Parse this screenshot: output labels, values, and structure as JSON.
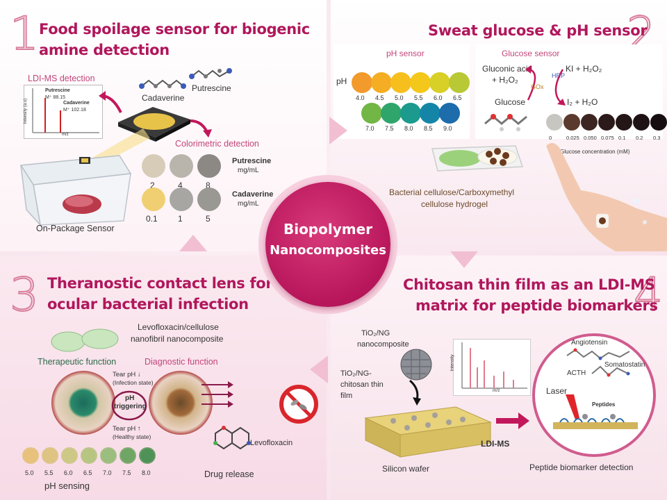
{
  "center": {
    "line1": "Biopolymer",
    "line2": "Nanocomposites"
  },
  "panel1": {
    "number": "1",
    "title_line1": "Food spoilage sensor for biogenic",
    "title_line2": "amine detection",
    "ldi_label": "LDI-MS detection",
    "spectrum_putrescine": "Putrescine",
    "spectrum_putrescine_mass": "M⁺ 88.15",
    "spectrum_cadaverine": "Cadaverine",
    "spectrum_cadaverine_mass": "M⁺ 102.18",
    "spectrum_ylabel": "Intensity (a.u)",
    "spectrum_xlabel": "m/z",
    "cadaverine": "Cadaverine",
    "putrescine": "Putrescine",
    "colorimetric": "Colorimetric detection",
    "putrescine_row": {
      "values": [
        "2",
        "4",
        "8"
      ],
      "name": "Putrescine",
      "unit": "mg/mL"
    },
    "cadaverine_row": {
      "values": [
        "0.1",
        "1",
        "5"
      ],
      "name": "Cadaverine",
      "unit": "mg/mL"
    },
    "on_package": "On-Package Sensor"
  },
  "panel2": {
    "number": "2",
    "title": "Sweat glucose & pH sensor",
    "ph_sensor": "pH sensor",
    "ph_label": "pH",
    "ph_row1": [
      "4.0",
      "4.5",
      "5.0",
      "5.5",
      "6.0",
      "6.5"
    ],
    "ph_row2": [
      "7.0",
      "7.5",
      "8.0",
      "8.5",
      "9.0"
    ],
    "ph_colors_row1": [
      "#f29a2c",
      "#f5ad23",
      "#f6bf1e",
      "#f3c81b",
      "#d8cf27",
      "#b9c835"
    ],
    "ph_colors_row2": [
      "#72b645",
      "#2fa56b",
      "#1b9a8d",
      "#1585a7",
      "#1d6cab"
    ],
    "glucose_sensor": "Glucose sensor",
    "gluconic": "Gluconic acid",
    "h2o2": "+ H₂O₂",
    "gox": "GOx",
    "hrp": "HRP",
    "glucose": "Glucose",
    "ki": "KI + H₂O₂",
    "i2": "I₂ + H₂O",
    "glucose_values": [
      "0",
      "0.025",
      "0.050",
      "0.075",
      "0.1",
      "0.2",
      "0.3"
    ],
    "glucose_colors": [
      "#c8c6c0",
      "#5a3a2c",
      "#3d2622",
      "#2c1a1a",
      "#241517",
      "#1e1214",
      "#160d10"
    ],
    "glucose_conc": "Glucose concentration (mM)",
    "hydrogel_line1": "Bacterial cellulose/Carboxymethyl",
    "hydrogel_line2": "cellulose hydrogel"
  },
  "panel3": {
    "number": "3",
    "title_line1": "Theranostic contact lens for",
    "title_line2": "ocular bacterial infection",
    "levo_composite_line1": "Levofloxacin/cellulose",
    "levo_composite_line2": "nanofibril nanocomposite",
    "therapeutic": "Therapeutic function",
    "diagnostic": "Diagnostic function",
    "tear_ph_down": "Tear pH ↓",
    "infection_state": "(Infection state)",
    "ph_triggering_line1": "pH",
    "ph_triggering_line2": "triggering",
    "tear_ph_up": "Tear pH ↑",
    "healthy_state": "(Healthy state)",
    "levofloxacin": "Levofloxacin",
    "drug_release": "Drug release",
    "ph_values": [
      "5.0",
      "5.5",
      "6.0",
      "6.5",
      "7.0",
      "7.5",
      "8.0"
    ],
    "ph_pad_colors": [
      "#e8c27d",
      "#dec382",
      "#cec886",
      "#b7c583",
      "#9bbd7d",
      "#6fa565",
      "#4f9258"
    ],
    "ph_sensing": "pH sensing"
  },
  "panel4": {
    "number": "4",
    "title_line1": "Chitosan thin film as an LDI-MS",
    "title_line2": "matrix for peptide biomarkers",
    "tio2_ng_line1": "TiO₂/NG",
    "tio2_ng_line2": "nanocomposite",
    "film_line1": "TiO₂/NG-",
    "film_line2": "chitosan thin",
    "film_line3": "film",
    "intensity": "Intensity",
    "mz": "m/z",
    "silicon_wafer": "Silicon wafer",
    "ldi_ms": "LDI-MS",
    "angiotensin": "Angiotensin",
    "acth": "ACTH",
    "somatostatin": "Somatostatin",
    "laser": "Laser",
    "peptides": "Peptides",
    "peptide_detection": "Peptide biomarker detection"
  },
  "colors": {
    "accent": "#b0175c",
    "center": "#c2185b",
    "ring": "#f3c6d7"
  }
}
